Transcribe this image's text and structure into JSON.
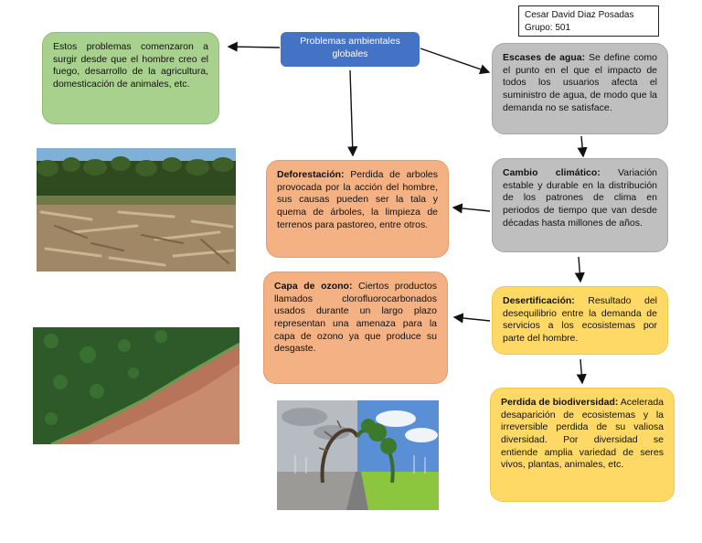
{
  "author": {
    "name": "Cesar David Diaz Posadas",
    "group": "Grupo: 501"
  },
  "title": "Problemas ambientales globales",
  "origin": {
    "text": "Estos problemas comenzaron a surgir desde que el hombre creo el fuego, desarrollo de la agricultura, domesticación de animales, etc."
  },
  "agua": {
    "label": "Escases de agua:",
    "text": " Se define como el punto en el que el impacto de todos los usuarios afecta el suministro de agua, de modo que la demanda no se satisface."
  },
  "clima": {
    "label": "Cambio climático:",
    "text": " Variación estable y durable en la distribución de los patrones de clima en periodos de tiempo que van desde décadas hasta millones de años."
  },
  "deforestacion": {
    "label": "Deforestación:",
    "text": " Perdida de arboles provocada por la acción del hombre, sus causas pueden ser la tala y quema de árboles, la limpieza de terrenos para pastoreo, entre otros."
  },
  "ozono": {
    "label": "Capa de ozono:",
    "text": " Ciertos productos llamados clorofluorocarbonados usados durante un largo plazo representan una amenaza para la capa de ozono ya que produce su desgaste."
  },
  "desertificacion": {
    "label": "Desertificación:",
    "text": " Resultado del desequilibrio entre la demanda de servicios a los ecosistemas por parte del hombre."
  },
  "biodiversidad": {
    "label": "Perdida de biodiversidad:",
    "text": " Acelerada desaparición de ecosistemas y la irreversible perdida de su valiosa diversidad. Por diversidad se entiende amplia variedad de seres vivos, plantas, animales, etc."
  },
  "colors": {
    "title": "#4472c4",
    "green": "#a9d18e",
    "gray": "#bfbfbf",
    "salmon": "#f4b183",
    "yellow": "#ffd966"
  }
}
